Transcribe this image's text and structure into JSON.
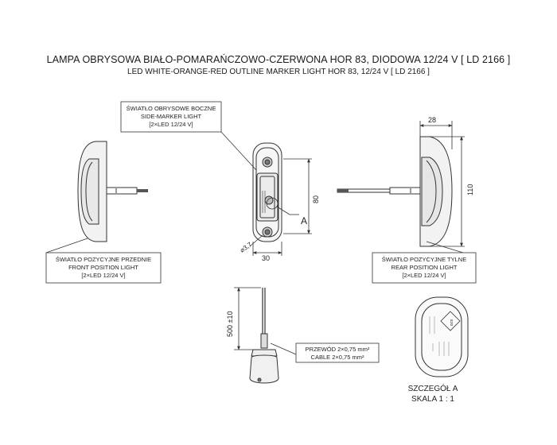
{
  "title": {
    "line1": "LAMPA OBRYSOWA BIAŁO-POMARAŃCZOWO-CZERWONA HOR 83, DIODOWA 12/24 V [ LD 2166 ]",
    "line2": "LED WHITE-ORANGE-RED OUTLINE MARKER LIGHT HOR 83, 12/24 V [ LD 2166 ]"
  },
  "callouts": {
    "side": {
      "pl": "ŚWIATŁO OBRYSOWE BOCZNE",
      "en": "SIDE-MARKER LIGHT",
      "spec": "[2×LED 12/24 V]"
    },
    "front": {
      "pl": "ŚWIATŁO POZYCYJNE PRZEDNIE",
      "en": "FRONT POSITION LIGHT",
      "spec": "[2×LED 12/24 V]"
    },
    "rear": {
      "pl": "ŚWIATŁO POZYCYJNE TYLNE",
      "en": "REAR POSITION LIGHT",
      "spec": "[2×LED 12/24 V]"
    },
    "cable": {
      "pl": "PRZEWÓD 2×0,75 mm²",
      "en": "CABLE 2×0,75 mm²"
    }
  },
  "dimensions": {
    "width": "30",
    "height": "80",
    "depth": "28",
    "length": "110",
    "hole": "⌀3,7",
    "cable_length": "500 ±10"
  },
  "detail": {
    "marker": "A",
    "caption": "SZCZEGÓŁ A",
    "scale": "SKALA 1 : 1"
  },
  "colors": {
    "line": "#333333",
    "fill": "#f4f4f4"
  }
}
